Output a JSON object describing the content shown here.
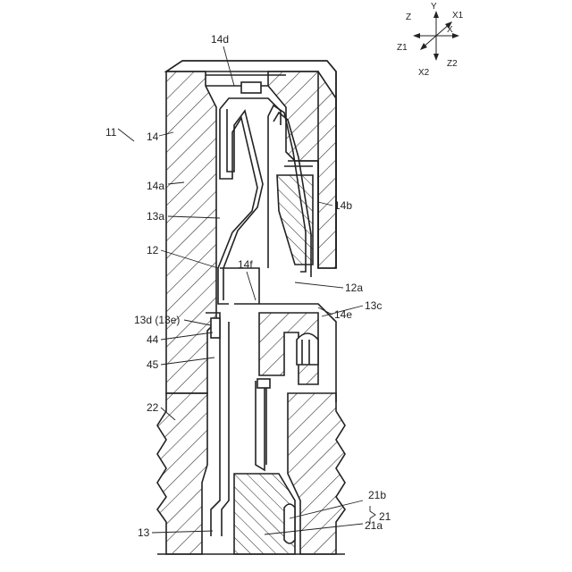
{
  "axes": {
    "x": "X",
    "x1": "X1",
    "x2": "X2",
    "y": "Y",
    "z": "Z",
    "z1": "Z1",
    "z2": "Z2"
  },
  "labels": {
    "l11": "11",
    "l14": "14",
    "l14a": "14a",
    "l14b": "14b",
    "l14d": "14d",
    "l14e": "14e",
    "l14f": "14f",
    "l13a": "13a",
    "l12": "12",
    "l12a": "12a",
    "l13c": "13c",
    "l13d": "13d (13e)",
    "l44": "44",
    "l45": "45",
    "l22": "22",
    "l13": "13",
    "l21a": "21a",
    "l21b": "21b",
    "l21": "21"
  }
}
